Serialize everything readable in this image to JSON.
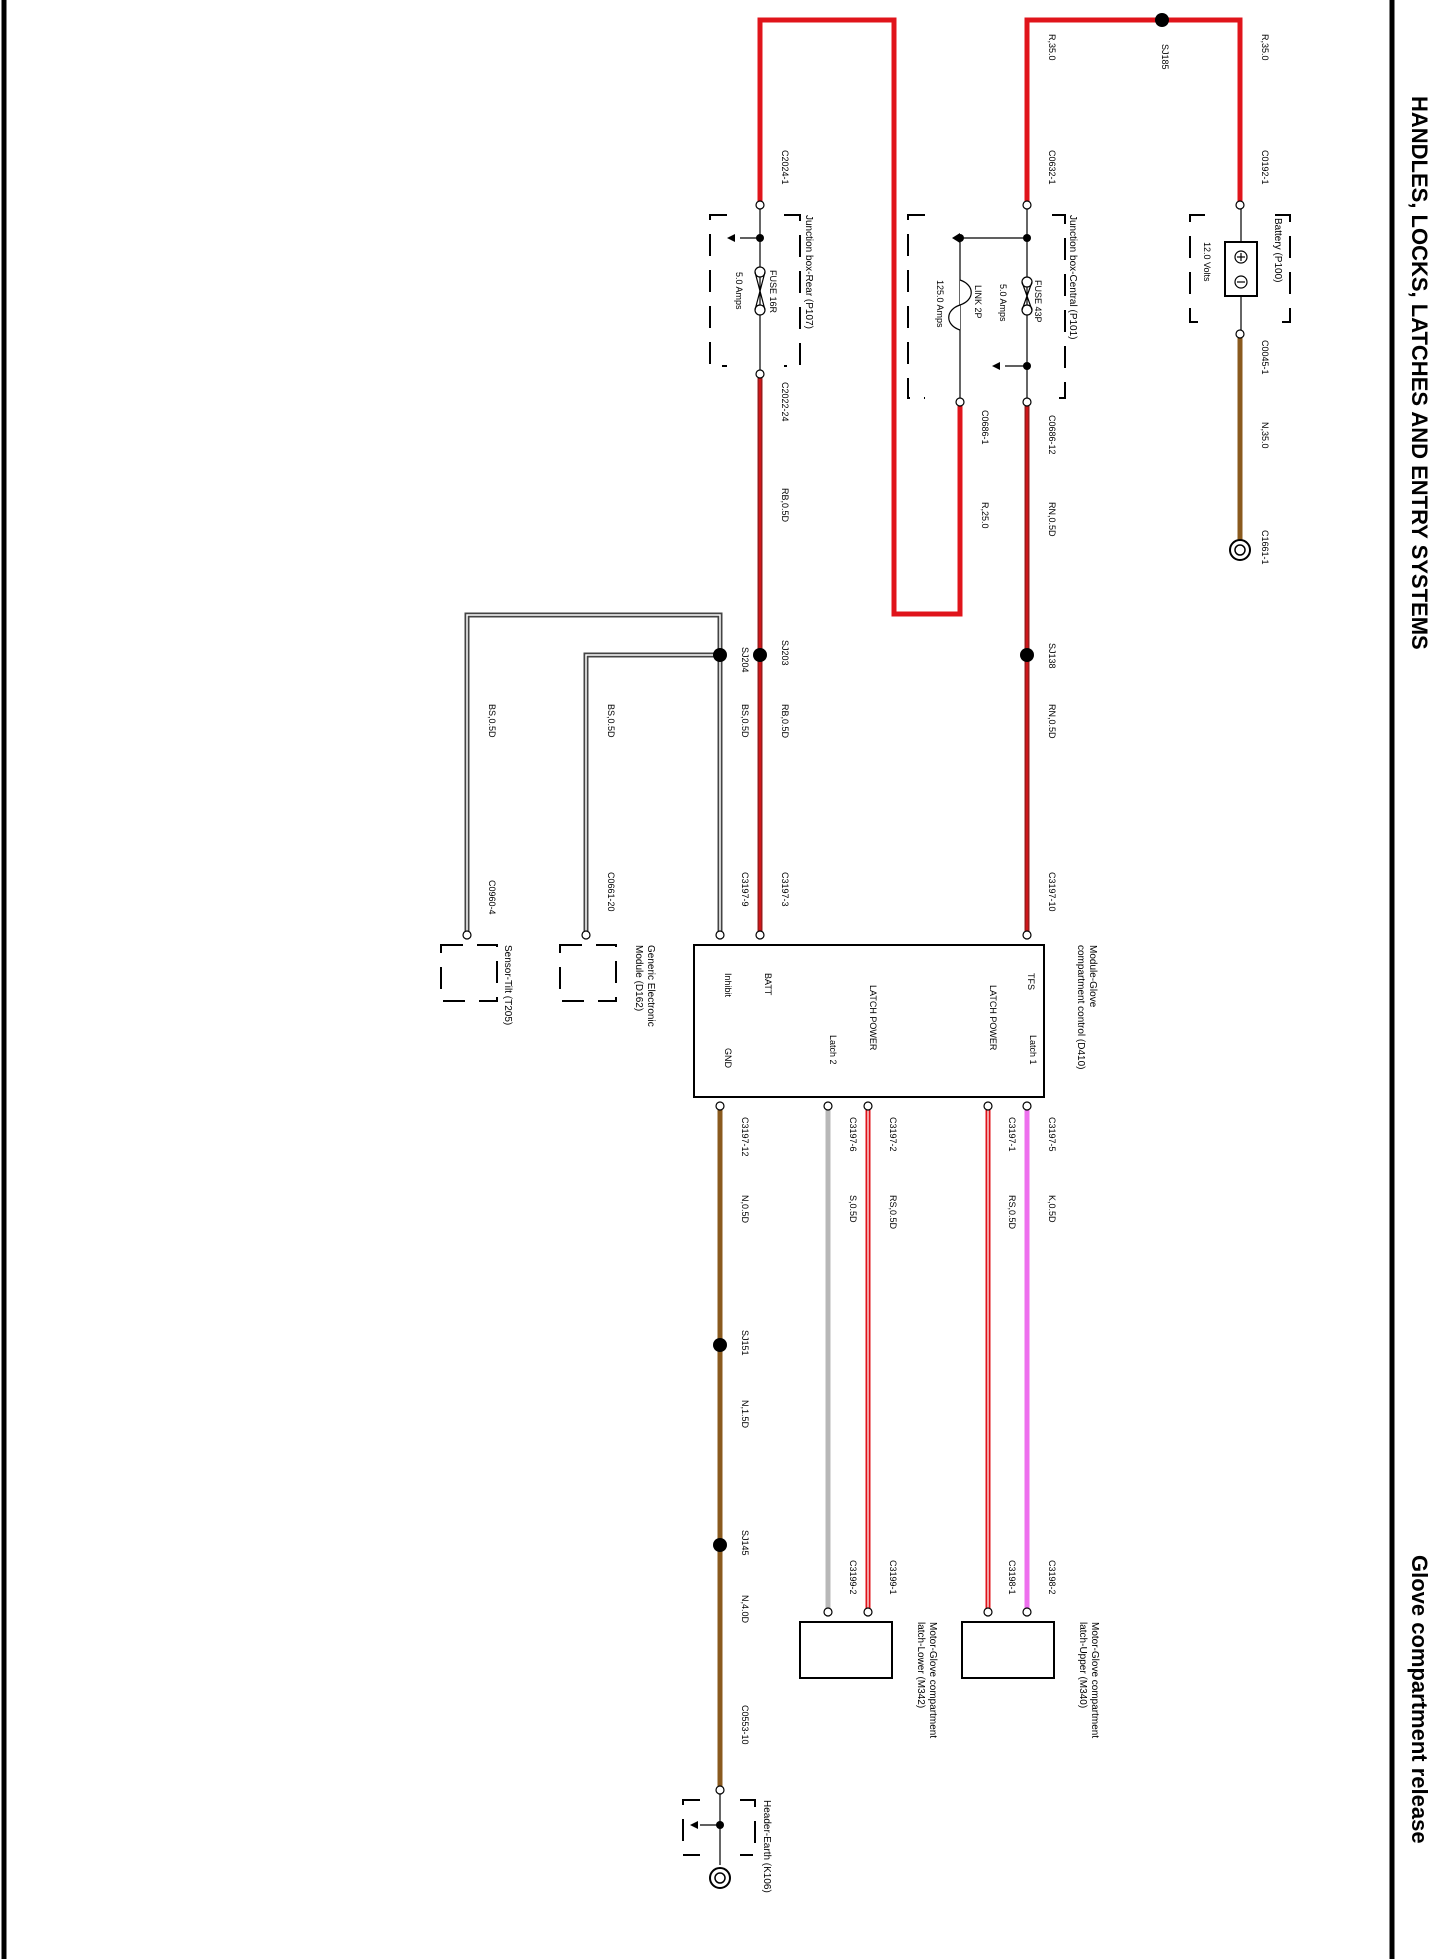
{
  "header": {
    "system_title": "HANDLES, LOCKS, LATCHES AND ENTRY SYSTEMS",
    "circuit_title": "Glove compartment release"
  },
  "colors": {
    "red": "#e0141b",
    "dark_red": "#9b1b1b",
    "brown": "#8a5a1e",
    "gray": "#b8b8b8",
    "magenta": "#ee70ee",
    "black_white": "#444444"
  },
  "battery": {
    "name": "Battery (P100)",
    "voltage": "12.0 Volts",
    "pin_pos": "C0192-1",
    "pin_neg": "C0045-1",
    "ground_wire": "N,35.0",
    "ground_pin": "C1661-1"
  },
  "feed": {
    "wire_top_right": "R,35.0",
    "splice": "SJ185",
    "wire_top_left": "R,35.0"
  },
  "jb_central": {
    "name": "Junction box-Central (P101)",
    "fuse": "FUSE 43P",
    "fuse_rating": "5.0 Amps",
    "link": "LINK 2P",
    "link_rating": "125.0 Amps",
    "pin_in": "C0632-1",
    "pin_out": "C0686-12",
    "pin_link_out": "C0686-1",
    "link_wire": "R,25.0"
  },
  "jb_rear": {
    "name": "Junction box-Rear (P107)",
    "fuse": "FUSE 16R",
    "fuse_rating": "5.0 Amps",
    "pin_in": "C2024-1",
    "pin_out": "C2022-24"
  },
  "wires": {
    "rn_1": "RN,0.5D",
    "sj138": "SJ138",
    "rn_2": "RN,0.5D",
    "rb_1": "RB,0.5D",
    "sj203": "SJ203",
    "rb_2": "RB,0.5D",
    "sj204": "SJ204",
    "bs_main": "BS,0.5D",
    "bs_gem": "BS,0.5D",
    "bs_tilt": "BS,0.5D"
  },
  "module": {
    "name_line1": "Module-Glove",
    "name_line2": "compartment control (D410)",
    "pin_tfs": "C3197-10",
    "pin_batt": "C3197-3",
    "pin_inhibit": "C3197-9",
    "lbl_tfs": "TFS",
    "lbl_batt": "BATT",
    "lbl_inhibit": "Inhibit",
    "lbl_latch_power_1": "LATCH POWER",
    "lbl_latch_power_2": "LATCH POWER",
    "lbl_latch1": "Latch 1",
    "lbl_latch2": "Latch 2",
    "lbl_gnd": "GND",
    "pin_latch1": "C3197-5",
    "pin_lp1": "C3197-1",
    "pin_lp2": "C3197-2",
    "pin_latch2": "C3197-6",
    "pin_gnd": "C3197-12"
  },
  "gem": {
    "name_line1": "Generic Electronic",
    "name_line2": "Module (D162)",
    "pin": "C0661-20"
  },
  "tilt": {
    "name": "Sensor-Tilt (T205)",
    "pin": "C0960-4"
  },
  "outputs": {
    "k_wire": "K,0.5D",
    "rs_wire_1": "RS,0.5D",
    "rs_wire_2": "RS,0.5D",
    "s_wire": "S,0.5D",
    "n_wire_1": "N,0.5D",
    "sj151": "SJ151",
    "n_wire_2": "N,1.5D",
    "sj145": "SJ145",
    "n_wire_3": "N,4.0D",
    "pin_upper_a": "C3198-2",
    "pin_upper_b": "C3198-1",
    "pin_lower_a": "C3199-1",
    "pin_lower_b": "C3199-2",
    "pin_earth": "C0553-10"
  },
  "motor_upper": {
    "name_line1": "Motor-Glove compartment",
    "name_line2": "latch-Upper (M340)"
  },
  "motor_lower": {
    "name_line1": "Motor-Glove compartment",
    "name_line2": "latch-Lower (M342)"
  },
  "earth": {
    "name": "Header-Earth (K106)"
  }
}
